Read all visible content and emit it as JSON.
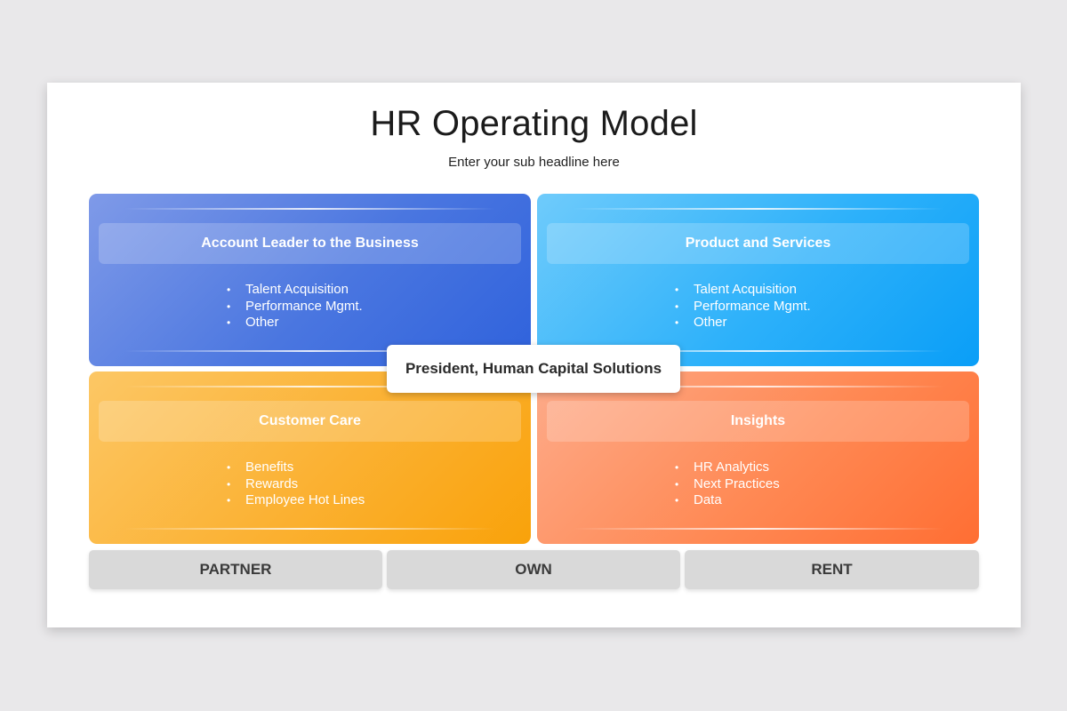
{
  "title": "HR Operating Model",
  "subtitle": "Enter your sub headline here",
  "center": "President, Human Capital Solutions",
  "quadrants": [
    {
      "heading": "Account Leader to the Business",
      "items": [
        "Talent Acquisition",
        "Performance Mgmt.",
        "Other"
      ],
      "color": "#4a76e0"
    },
    {
      "heading": "Product and Services",
      "items": [
        "Talent Acquisition",
        "Performance Mgmt.",
        "Other"
      ],
      "color": "#2db1fa"
    },
    {
      "heading": "Customer Care",
      "items": [
        "Benefits",
        "Rewards",
        "Employee Hot Lines"
      ],
      "color": "#fbb132"
    },
    {
      "heading": "Insights",
      "items": [
        "HR Analytics",
        "Next Practices",
        "Data"
      ],
      "color": "#ff8954"
    }
  ],
  "footer": [
    "PARTNER",
    "OWN",
    "RENT"
  ]
}
